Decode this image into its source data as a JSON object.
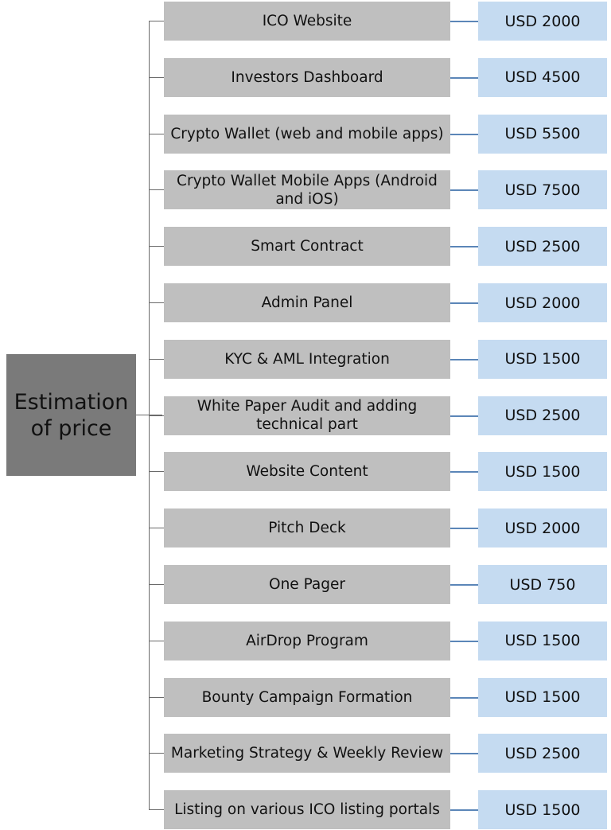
{
  "root": {
    "label": "Estimation of price"
  },
  "items": [
    {
      "name": "ICO Website",
      "price": "USD 2000"
    },
    {
      "name": "Investors Dashboard",
      "price": "USD 4500"
    },
    {
      "name": "Crypto Wallet (web and mobile apps)",
      "price": "USD 5500"
    },
    {
      "name": "Crypto Wallet Mobile Apps (Android and iOS)",
      "price": "USD 7500"
    },
    {
      "name": "Smart Contract",
      "price": "USD 2500"
    },
    {
      "name": "Admin Panel",
      "price": "USD 2000"
    },
    {
      "name": "KYC & AML Integration",
      "price": "USD 1500"
    },
    {
      "name": "White Paper Audit and adding technical part",
      "price": "USD 2500"
    },
    {
      "name": "Website Content",
      "price": "USD 1500"
    },
    {
      "name": "Pitch Deck",
      "price": "USD 2000"
    },
    {
      "name": "One Pager",
      "price": "USD 750"
    },
    {
      "name": "AirDrop Program",
      "price": "USD 1500"
    },
    {
      "name": "Bounty Campaign Formation",
      "price": "USD 1500"
    },
    {
      "name": "Marketing Strategy & Weekly Review",
      "price": "USD 2500"
    },
    {
      "name": "Listing on various ICO listing portals",
      "price": "USD 1500"
    }
  ],
  "colors": {
    "root_fill": "#7a7a7a",
    "item_fill": "#bfbfbf",
    "price_fill": "#c5dbf1",
    "connector": "#5b86b8",
    "tree_line": "#6a6a6a"
  }
}
